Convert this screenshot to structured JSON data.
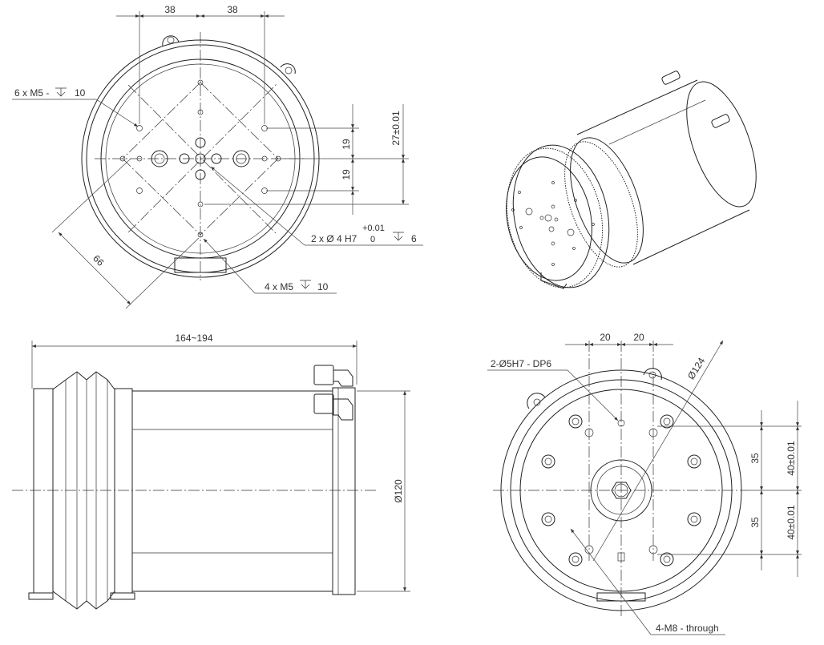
{
  "colors": {
    "line": "#222222",
    "background": "#ffffff"
  },
  "front_view": {
    "dim_left_38": "38",
    "dim_right_38": "38",
    "note_m5_top": "6 x M5 -",
    "note_m5_top_depth": "10",
    "dim_19_upper": "19",
    "dim_19_lower": "19",
    "dim_27": "27±0.01",
    "tol_plus": "+0.01",
    "note_dowel": "2 x Ø 4 H7",
    "tol_zero": "0",
    "note_dowel_depth": "6",
    "dim_66": "66",
    "note_m5_bottom": "4 x M5",
    "note_m5_bottom_depth": "10"
  },
  "side_view": {
    "dim_length": "164~194",
    "dim_diameter": "Ø120"
  },
  "rear_view": {
    "dim_20_left": "20",
    "dim_20_right": "20",
    "note_pin": "2-Ø5H7 - DP6",
    "dim_124": "Ø124",
    "dim_35_upper": "35",
    "dim_35_lower": "35",
    "dim_40_upper": "40±0.01",
    "dim_40_lower": "40±0.01",
    "note_through": "4-M8 - through"
  }
}
